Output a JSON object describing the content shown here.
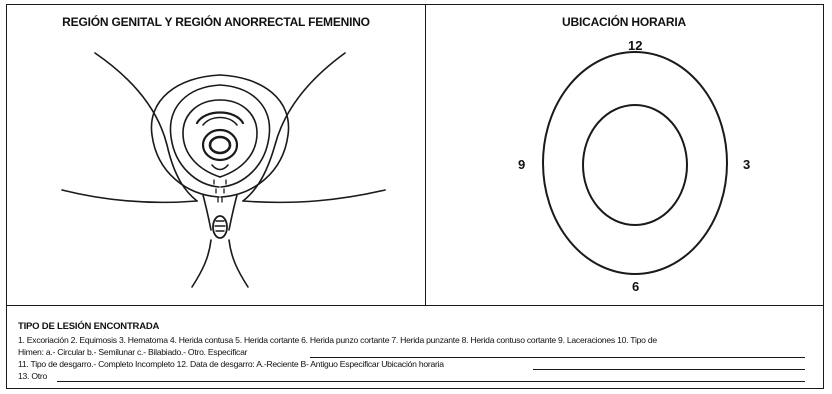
{
  "left_panel": {
    "title": "REGIÓN GENITAL Y REGIÓN ANORRECTAL FEMENINO"
  },
  "right_panel": {
    "title": "UBICACIÓN HORARIA",
    "clock_labels": {
      "top": "12",
      "left": "9",
      "right": "3",
      "bottom": "6"
    }
  },
  "lesion_section": {
    "title": "TIPO DE LESIÓN ENCONTRADA",
    "line1": "1. Excoriación 2. Equimosis 3. Hematoma 4. Herida contusa 5. Herida cortante 6. Herida punzo cortante 7. Herida punzante 8. Herida contuso cortante 9. Laceraciones 10. Tipo de",
    "line2": "Himen: a.- Circular  b.- Semilunar c.- Bilabiado.- Otro. Especificar",
    "line3": "11. Tipo de desgarro.- Completo  Incompleto 12. Data de desgarro: A.-Reciente  B- Antiguo   Especificar Ubicación horaria",
    "line4": "13. Otro"
  }
}
